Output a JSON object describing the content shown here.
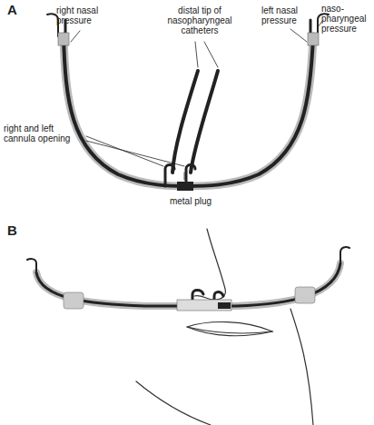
{
  "diagram": {
    "labels": [
      "A",
      "right nasal pressure",
      "distal tip of nasopharyngeal catheters",
      "left nasal pressure",
      "naso-pharyngeal pressure",
      "right and left cannula opening",
      "metal plug",
      "B"
    ]
  }
}
